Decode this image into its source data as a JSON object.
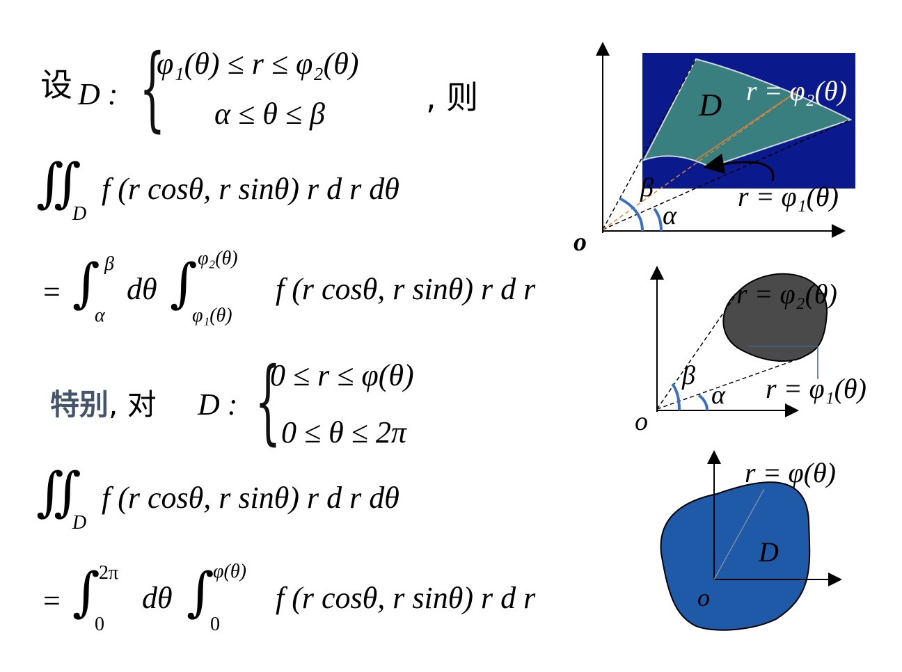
{
  "block1": {
    "she": "设",
    "D_colon": "D :",
    "line1": "φ₁(θ) ≤ r ≤ φ₂(θ)",
    "line2": "α ≤ θ ≤ β",
    "ze": ", 则"
  },
  "block2": {
    "lhs_sub": "D",
    "lhs_body": "f (r cosθ, r sinθ) r d r dθ"
  },
  "block3": {
    "eq": "=",
    "lo1": "α",
    "hi1": "β",
    "dtheta": "dθ",
    "lo2": "φ₁(θ)",
    "hi2": "φ₂(θ)",
    "body": "f (r cosθ, r sinθ) r d r"
  },
  "block4": {
    "tebie": "特别",
    "dui": ", 对",
    "D_colon": "D :",
    "line1": "0 ≤ r ≤ φ(θ)",
    "line2": "0 ≤ θ ≤ 2π"
  },
  "block5": {
    "lhs_sub": "D",
    "lhs_body": "f (r cosθ, r sinθ) r d r dθ"
  },
  "block6": {
    "eq": "=",
    "lo1": "0",
    "hi1": "2π",
    "dtheta": "dθ",
    "lo2": "0",
    "hi2": "φ(θ)",
    "body": "f (r cosθ, r sinθ) r d r"
  },
  "fig1": {
    "D": "D",
    "outer": "r = φ₂(θ)",
    "inner": "r = φ₁(θ)",
    "beta": "β",
    "alpha": "α",
    "origin": "o",
    "colors": {
      "bg": "#0a1a8c",
      "region": "#3a7f7f",
      "orange": "#d9843b",
      "arc": "#3a6fc0"
    }
  },
  "fig2": {
    "outer": "r = φ₂(θ)",
    "inner": "r = φ₁(θ)",
    "beta": "β",
    "alpha": "α",
    "origin": "o",
    "colors": {
      "region": "#4a4a4a",
      "arc": "#3a6fc0"
    }
  },
  "fig3": {
    "curve": "r = φ(θ)",
    "D": "D",
    "origin": "o",
    "colors": {
      "region": "#1f5aa8"
    }
  }
}
